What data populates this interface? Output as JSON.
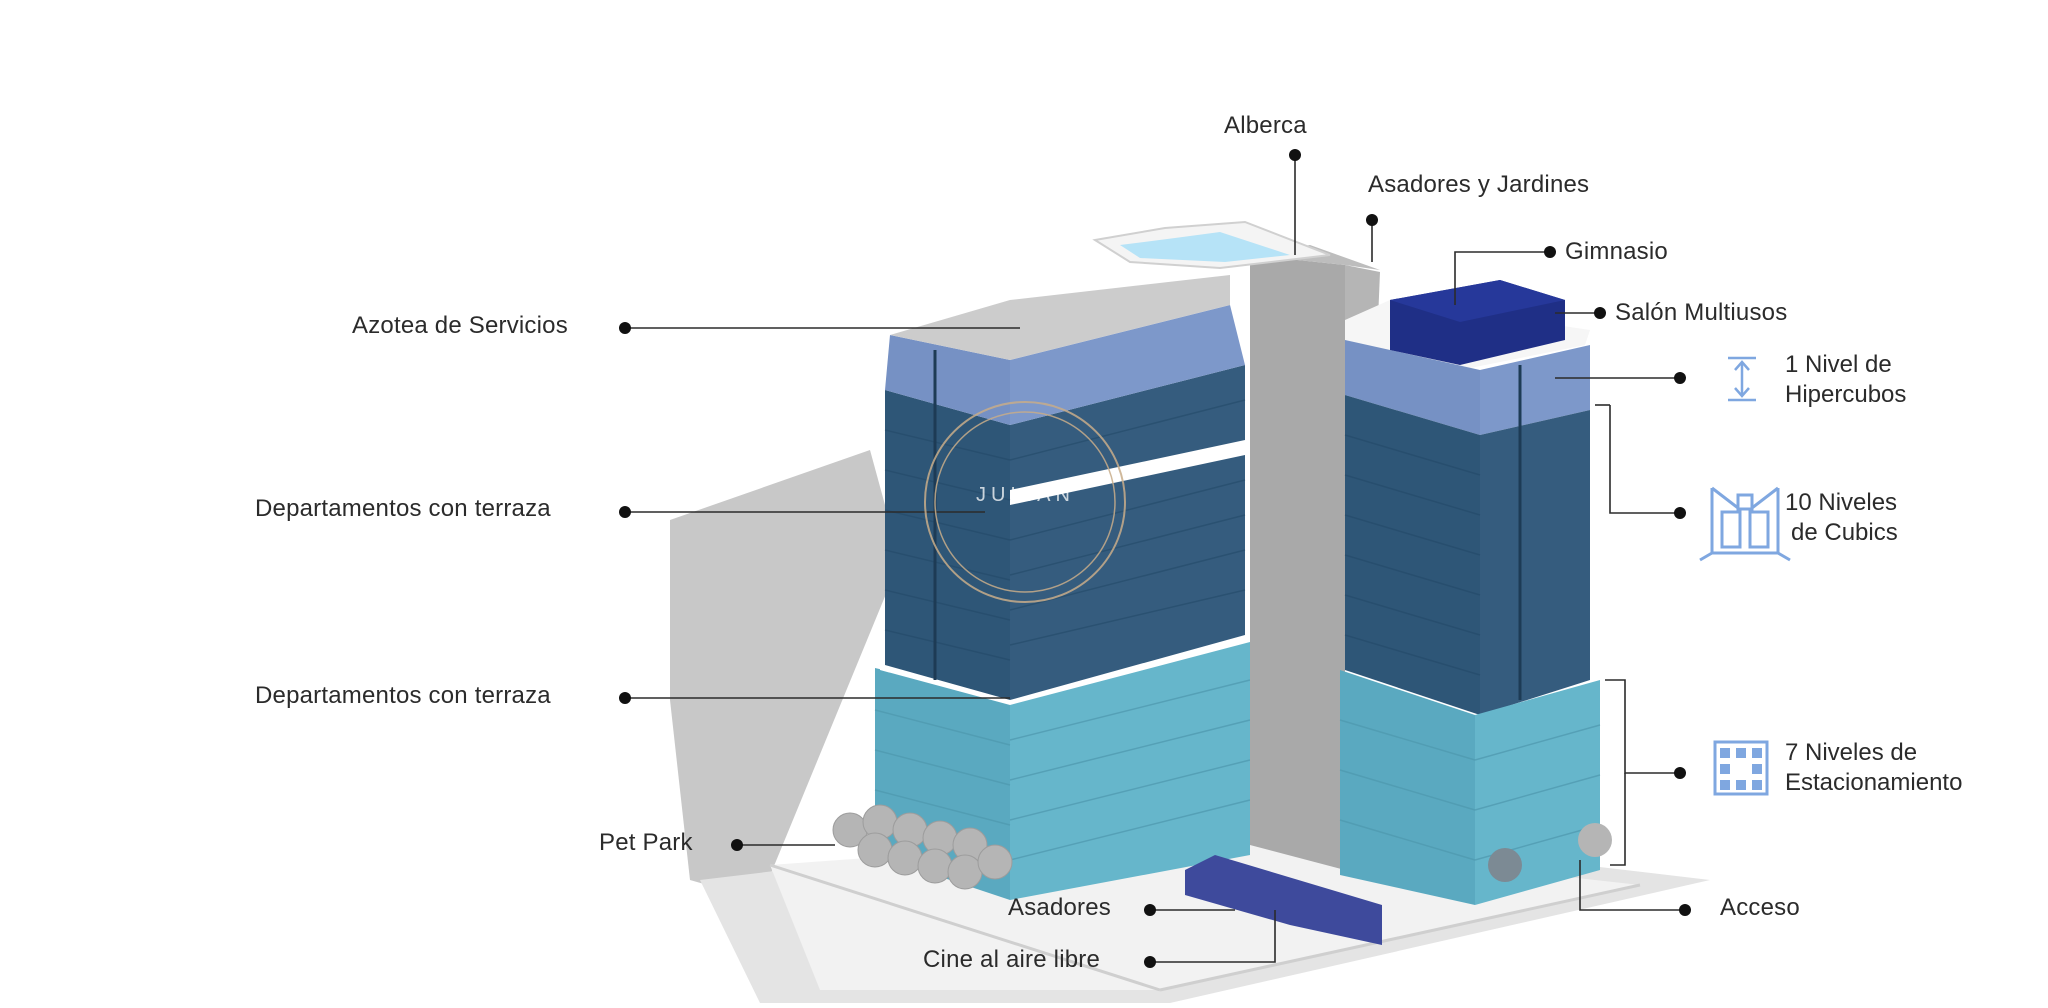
{
  "labels": {
    "alberca": "Alberca",
    "asadores_jardines": "Asadores y Jardines",
    "gimnasio": "Gimnasio",
    "salon_multiusos": "Salón Multiusos",
    "azotea_servicios": "Azotea de Servicios",
    "departamentos_terraza_1": "Departamentos con terraza",
    "departamentos_terraza_2": "Departamentos con terraza",
    "pet_park": "Pet Park",
    "asadores": "Asadores",
    "cine": "Cine al aire libre",
    "acceso": "Acceso"
  },
  "legend": {
    "hipercubos": {
      "line1": "1 Nivel de",
      "line2": "Hipercubos",
      "icon": "height-icon"
    },
    "cubics": {
      "line1": "10 Niveles",
      "line2": "de Cubics",
      "icon": "cubic-room-icon"
    },
    "estacionamiento": {
      "line1": "7 Niveles de",
      "line2": "Estacionamiento",
      "icon": "parking-building-icon"
    }
  },
  "watermark": {
    "text": "JULIAN"
  },
  "colors": {
    "roof_grey": "#c9c9c9",
    "core_grey": "#a9a9a9",
    "light_blue_band": "#7b96c8",
    "dark_navy": "#34587a",
    "parking_cyan": "#5fb0c6",
    "pool_blue": "#b6e3f7",
    "salon_navy": "#1f2f86",
    "asadores_block": "#3e4a9c",
    "icon_blue": "#7fa7e0"
  }
}
